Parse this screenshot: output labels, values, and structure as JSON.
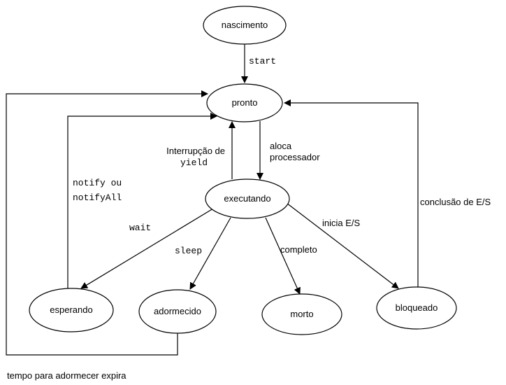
{
  "states": {
    "nascimento": "nascimento",
    "pronto": "pronto",
    "executando": "executando",
    "esperando": "esperando",
    "adormecido": "adormecido",
    "morto": "morto",
    "bloqueado": "bloqueado"
  },
  "transitions": {
    "start": "start",
    "aloca_line1": "aloca",
    "aloca_line2": "processador",
    "interrupcao_line1": "Interrupção de",
    "interrupcao_line2": "yield",
    "notify_line1": "notify ou",
    "notify_line2": "notifyAll",
    "wait": "wait",
    "sleep": "sleep",
    "completo": "completo",
    "inicia_es": "inicia E/S",
    "conclusao_es": "conclusão de E/S",
    "tempo_expira": "tempo para adormecer expira"
  }
}
